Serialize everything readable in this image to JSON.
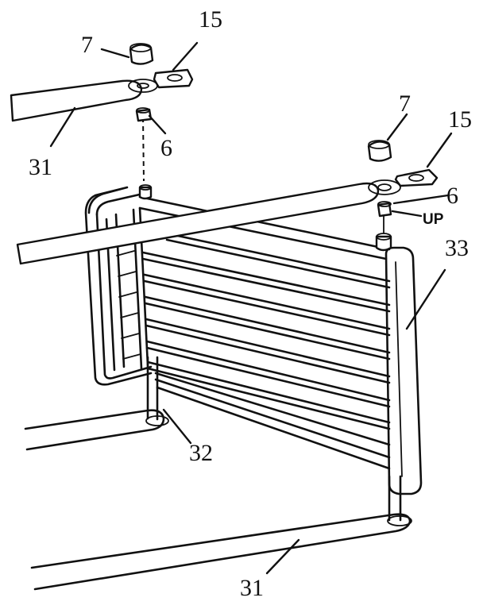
{
  "labels": {
    "nut_left": "7",
    "nut_right": "7",
    "bracket_left": "15",
    "bracket_right": "15",
    "bushing_left": "6",
    "bushing_right": "6",
    "up_marker": "UP",
    "top_rail": "31",
    "bottom_rail": "31",
    "post": "32",
    "panel": "33"
  }
}
